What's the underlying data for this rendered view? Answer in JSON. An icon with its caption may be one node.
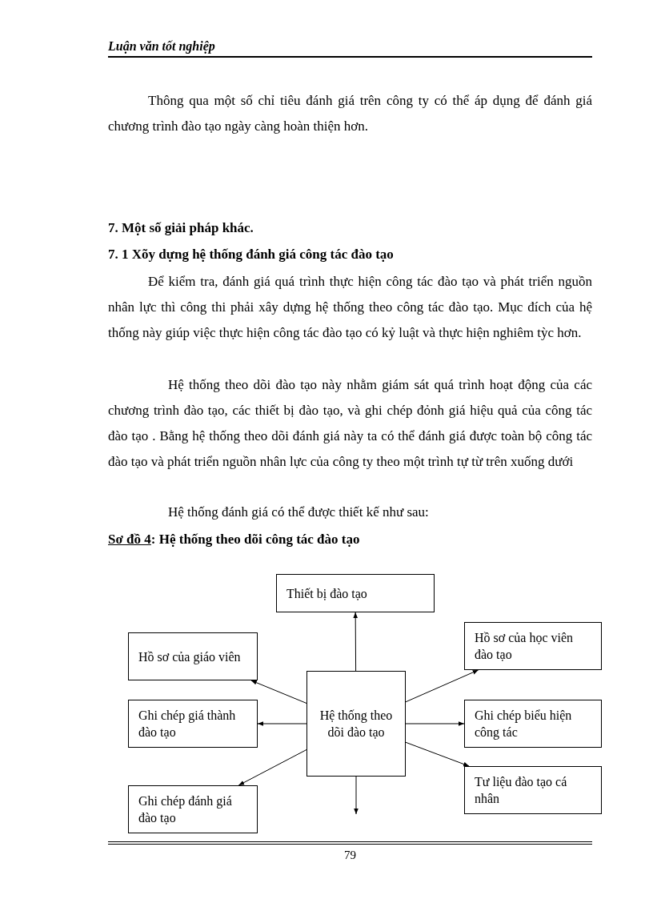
{
  "diagram": {
    "title": "Sơ đồ 4: Hệ thống theo dõi công tác đào tạo",
    "nodes": [
      {
        "text": [
          "Thiết bị đào tạo"
        ]
      },
      {
        "text": [
          "Hồ sơ của giáo viên"
        ]
      },
      {
        "text": [
          "Hồ sơ của học viên đào tạo"
        ]
      },
      {
        "text": [
          "Hệ thống theo dõi đào tạo"
        ]
      },
      {
        "text": [
          "Ghi chép giá thành đào tạo"
        ]
      },
      {
        "text": [
          "Ghi chép biểu hiện công tác"
        ]
      },
      {
        "text": [
          "Ghi chép đánh giá đào tạo"
        ]
      },
      {
        "text": [
          "Tư liệu đào tạo cá nhân"
        ]
      }
    ],
    "edges": [
      {
        "from": 3,
        "to": 0,
        "arrow": "to"
      },
      {
        "from": 3,
        "to": 1,
        "arrow": "to"
      },
      {
        "from": 3,
        "to": 2,
        "arrow": "to"
      },
      {
        "from": 3,
        "to": 4,
        "arrow": "to"
      },
      {
        "from": 3,
        "to": 5,
        "arrow": "to"
      },
      {
        "from": 3,
        "to": 6,
        "arrow": "to"
      },
      {
        "from": 3,
        "to": 7,
        "arrow": "to"
      },
      {
        "from": 3,
        "to": null,
        "arrow": "to"
      }
    ],
    "labels": [
      "Luận văn tốt nghiệp",
      "Thông qua một số chỉ tiêu đánh giá trên công ty có thể áp dụng để đánh giá chương trình đào tạo ngày càng hoàn thiện hơn.",
      "7. Một số giải pháp khác.",
      "7. 1 Xõy dựng hệ thống đánh giá công tác đào tạo",
      "Để kiểm tra, đánh giá quá trình thực hiện công tác đào tạo và phát triển nguồn nhân lực thì công thi phải xây dựng hệ thống theo công tác đào tạo. Mục đích của hệ thống này giúp việc thực hiện công tác đào tạo có kỷ luật và thực hiện nghiêm tỳc hơn.",
      "Hệ thống theo dõi đào tạo này nhằm giám sát quá trình hoạt động của các chương trình đào tạo, các thiết bị đào tạo, và ghi chép đỏnh giá hiệu quả của công tác đào tạo . Bằng hệ thống theo dõi đánh giá này ta có thể đánh giá được toàn bộ công tác đào tạo và phát triển nguồn nhân lực của công ty theo một trình tự từ trên xuống dưới",
      "Hệ thống đánh giá có thể được thiết kế như sau:",
      "79"
    ]
  }
}
